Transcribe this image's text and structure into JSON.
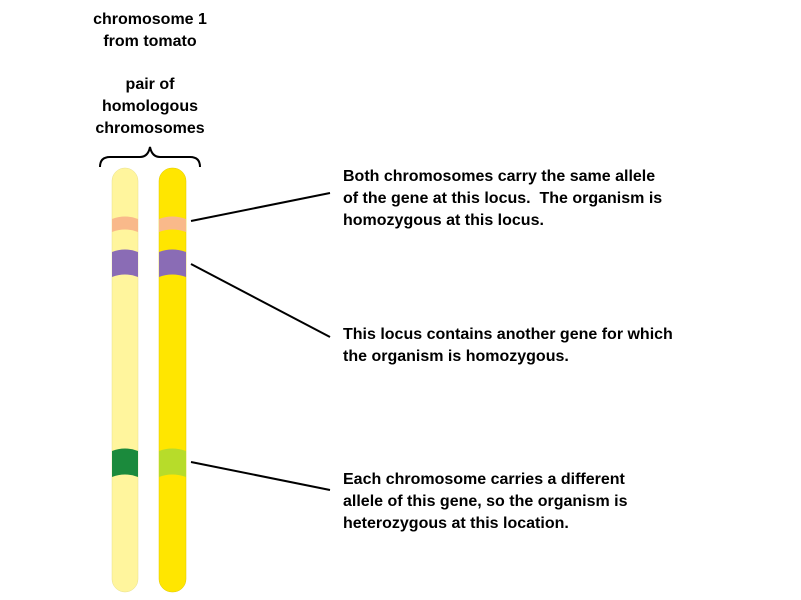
{
  "title": {
    "line1": "chromosome 1",
    "line2": "from tomato"
  },
  "pair_label": {
    "line1": "pair of",
    "line2": "homologous",
    "line3": "chromosomes"
  },
  "annotations": [
    {
      "lines": [
        "Both chromosomes carry the same allele",
        "of the gene at this locus.  The organism is",
        "homozygous at this locus."
      ]
    },
    {
      "lines": [
        "This locus contains another gene for which",
        "the organism is homozygous."
      ]
    },
    {
      "lines": [
        "Each chromosome carries a different",
        "allele of this gene, so the organism is",
        "heterozygous at this location."
      ]
    }
  ],
  "colors": {
    "chromosome_left": "#fff59d",
    "chromosome_right": "#ffe600",
    "band_orange": "#f9b98a",
    "band_purple": "#8a6cb5",
    "band_dark_green": "#1b8a3c",
    "band_light_green": "#b7dc2a"
  }
}
